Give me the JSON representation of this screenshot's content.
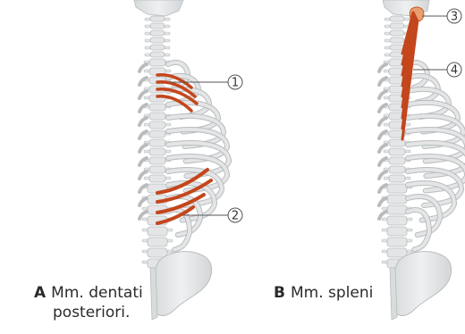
{
  "panel_a": {
    "letter": "A",
    "caption_line1": "Mm. dentati",
    "caption_line2": "posteriori.",
    "markers": [
      "1",
      "2"
    ]
  },
  "panel_b": {
    "letter": "B",
    "caption": "Mm. spleni",
    "markers": [
      "3",
      "4"
    ]
  },
  "colors": {
    "bone": "#e3e5e6",
    "bone_edge": "#b9bcbe",
    "muscle": "#c4461c",
    "muscle_light": "#e8a070",
    "leader_line": "#555555"
  }
}
